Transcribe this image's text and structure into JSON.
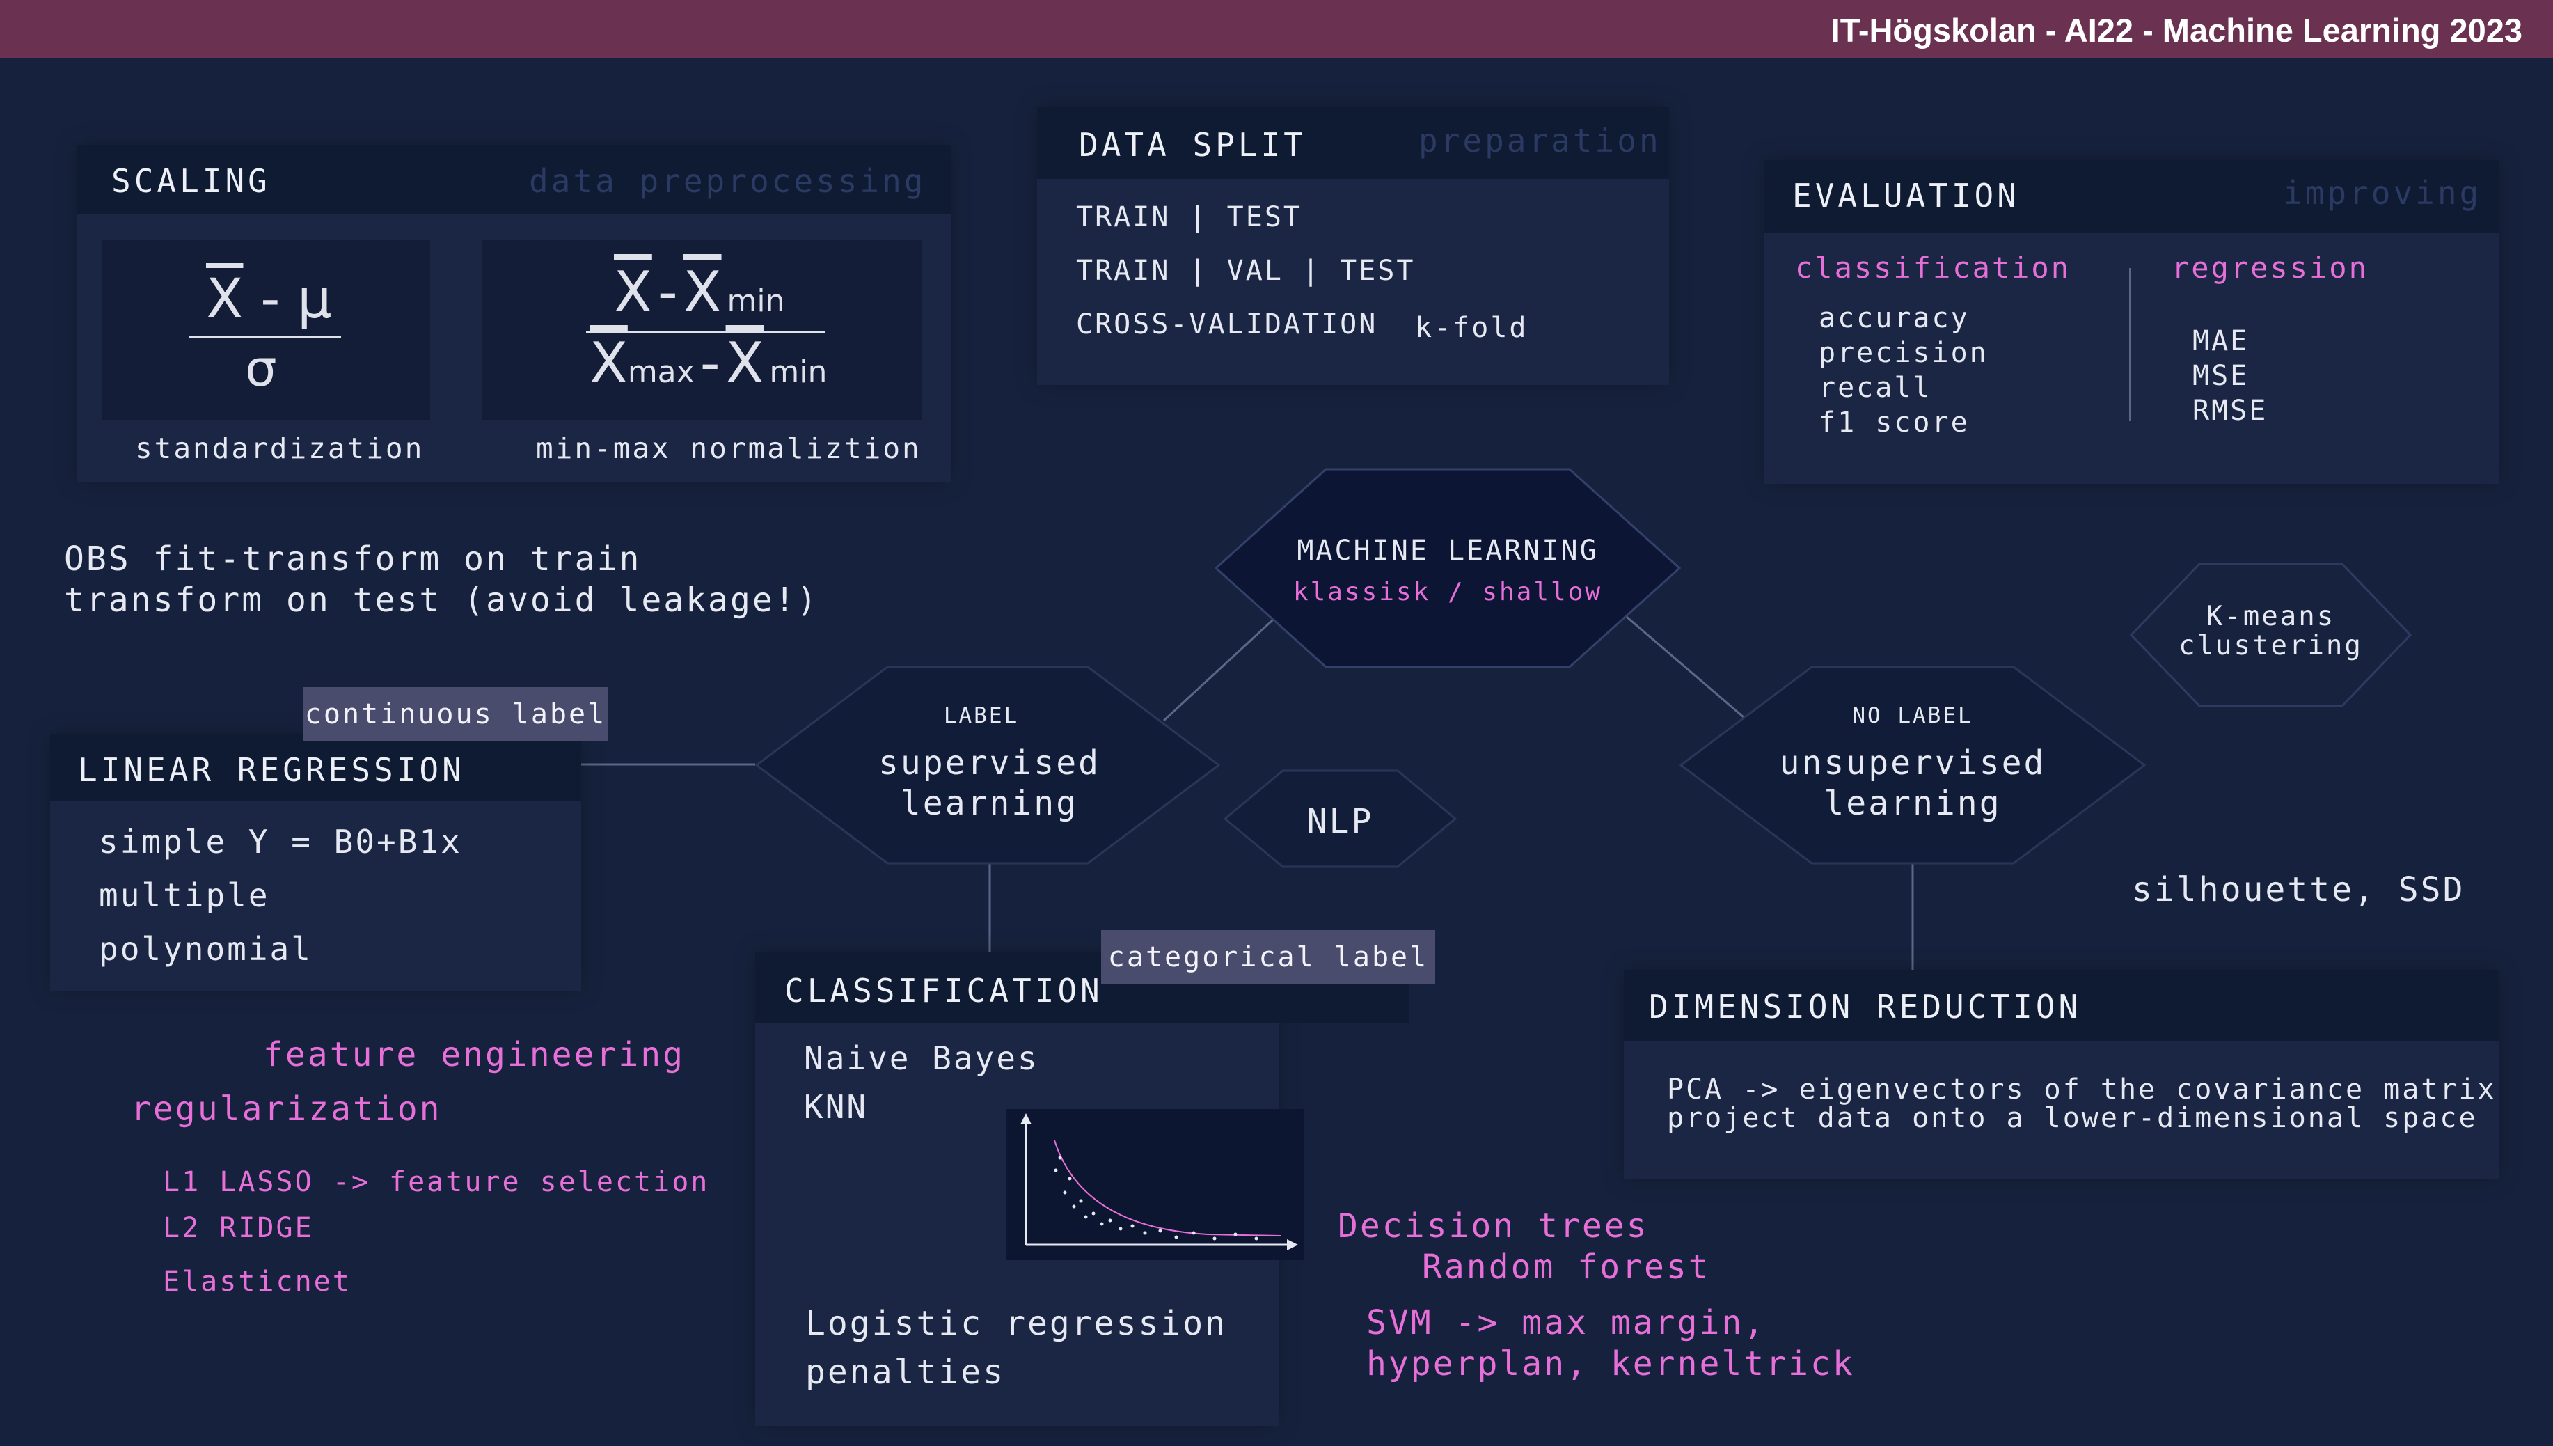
{
  "header": {
    "title": "IT-Högskolan - AI22 - Machine Learning 2023"
  },
  "scaling": {
    "title": "SCALING",
    "subtitle": "data preprocessing",
    "standardization": {
      "numerator_x": "X",
      "numerator_rest": " - μ",
      "denominator": "σ",
      "label": "standardization"
    },
    "minmax": {
      "x": "X",
      "min": "min",
      "max": "max",
      "dash": "-",
      "label": "min-max normaliztion"
    }
  },
  "obs_note": {
    "line1": "OBS fit-transform on train",
    "line2": "transform on test (avoid leakage!)"
  },
  "data_split": {
    "title": "DATA SPLIT",
    "subtitle": "preparation",
    "items": [
      "TRAIN | TEST",
      "TRAIN | VAL | TEST",
      "CROSS-VALIDATION"
    ],
    "kfold": "k-fold"
  },
  "evaluation": {
    "title": "EVALUATION",
    "subtitle": "improving",
    "classification": {
      "heading": "classification",
      "metrics": [
        "accuracy",
        "precision",
        "recall",
        "f1 score"
      ]
    },
    "regression": {
      "heading": "regression",
      "metrics": [
        "MAE",
        "MSE",
        "RMSE"
      ]
    }
  },
  "hexagons": {
    "ml": {
      "title": "MACHINE LEARNING",
      "subtitle": "klassisk / shallow"
    },
    "supervised": {
      "small": "LABEL",
      "line1": "supervised",
      "line2": "learning"
    },
    "unsupervised": {
      "small": "NO LABEL",
      "line1": "unsupervised",
      "line2": "learning"
    },
    "nlp": {
      "label": "NLP"
    },
    "kmeans": {
      "line1": "K-means",
      "line2": "clustering"
    }
  },
  "linear_regression": {
    "tag": "continuous label",
    "title": "LINEAR REGRESSION",
    "items": [
      "simple Y = B0+B1x",
      "multiple",
      "polynomial"
    ]
  },
  "regularization": {
    "feature_engineering": "feature engineering",
    "regularization": "regularization",
    "items": [
      "L1 LASSO -> feature selection",
      "L2 RIDGE",
      "Elasticnet"
    ]
  },
  "classification": {
    "tag": "categorical label",
    "title": "CLASSIFICATION",
    "items": [
      "Naive Bayes",
      "KNN"
    ],
    "logistic": [
      "Logistic regression",
      "penalties"
    ]
  },
  "trees": {
    "decision": "Decision trees",
    "forest": "Random forest",
    "svm1": "SVM -> max margin,",
    "svm2": "hyperplan, kerneltrick"
  },
  "silhouette": "silhouette, SSD",
  "dimension_reduction": {
    "title": "DIMENSION REDUCTION",
    "line1": "PCA -> eigenvectors of the covariance matrix",
    "line2": "project data onto a lower-dimensional space"
  },
  "colors": {
    "background": "#16223d",
    "header_bar": "#6b3150",
    "accent_pink": "#e66fd8",
    "panel": "#1a2643",
    "panel_head": "#0f1a33"
  }
}
